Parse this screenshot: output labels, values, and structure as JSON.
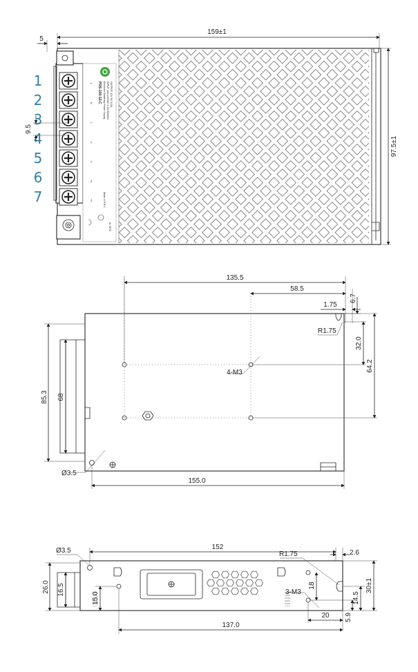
{
  "top_view": {
    "dim_terminal_offset": "5",
    "dim_length": "159±1",
    "dim_width": "97.5±1",
    "dim_pitch": "9.5",
    "terminal_numbers": [
      "1",
      "2",
      "3",
      "4",
      "5",
      "6",
      "7"
    ],
    "terminal_labels": [
      "L",
      "N",
      "⏚",
      "-V",
      "-V",
      "+V",
      "+V"
    ],
    "label_model": "PDS-100-12-C",
    "label_type": "Enclosed Switching Power Supply",
    "label_input": "INPUT: 100-240VAC 1.5A 50/60Hz",
    "label_output": "OUTPUT: 12V DC 8.5A",
    "label_origin": "Made in P.R.C",
    "label_ta": "ta: 50℃"
  },
  "bottom_view": {
    "dim_135_5": "135.5",
    "dim_58_5": "58.5",
    "dim_1_75": "1.75",
    "dim_6_7": "6.7",
    "dim_r175": "R1.75",
    "dim_32": "32.0",
    "dim_64_2": "64.2",
    "dim_85_3": "85.3",
    "dim_68": "68",
    "dim_holes": "4-M3",
    "dim_hole_dia": "Ø3.5",
    "dim_155": "155.0"
  },
  "side_view": {
    "dim_hole_dia": "Ø3.5",
    "dim_152": "152",
    "dim_r175": "R1.75",
    "dim_2_6": "2.6",
    "dim_26": "26.0",
    "dim_16_5": "16.5",
    "dim_15": "15.0",
    "dim_holes": "3-M3",
    "dim_18": "18",
    "dim_14_5": "14.5",
    "dim_30": "30±1",
    "dim_20": "20",
    "dim_5_9": "5.9",
    "dim_137": "137.0"
  }
}
